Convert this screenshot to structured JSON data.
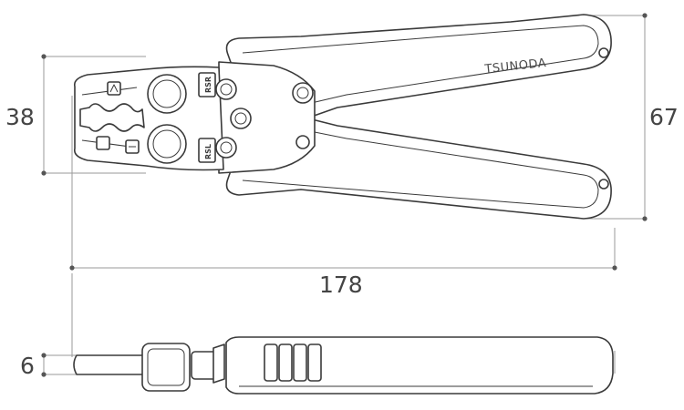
{
  "brand": "TSUNODA",
  "dimensions": {
    "jaw_height": "38",
    "overall_height": "67",
    "overall_length": "178",
    "thickness": "6"
  },
  "die_labels": {
    "upper": "RSR",
    "lower": "RSL"
  },
  "colors": {
    "line": "#3a3a3a",
    "dimension_line": "#9a9a9a",
    "text": "#444444"
  }
}
